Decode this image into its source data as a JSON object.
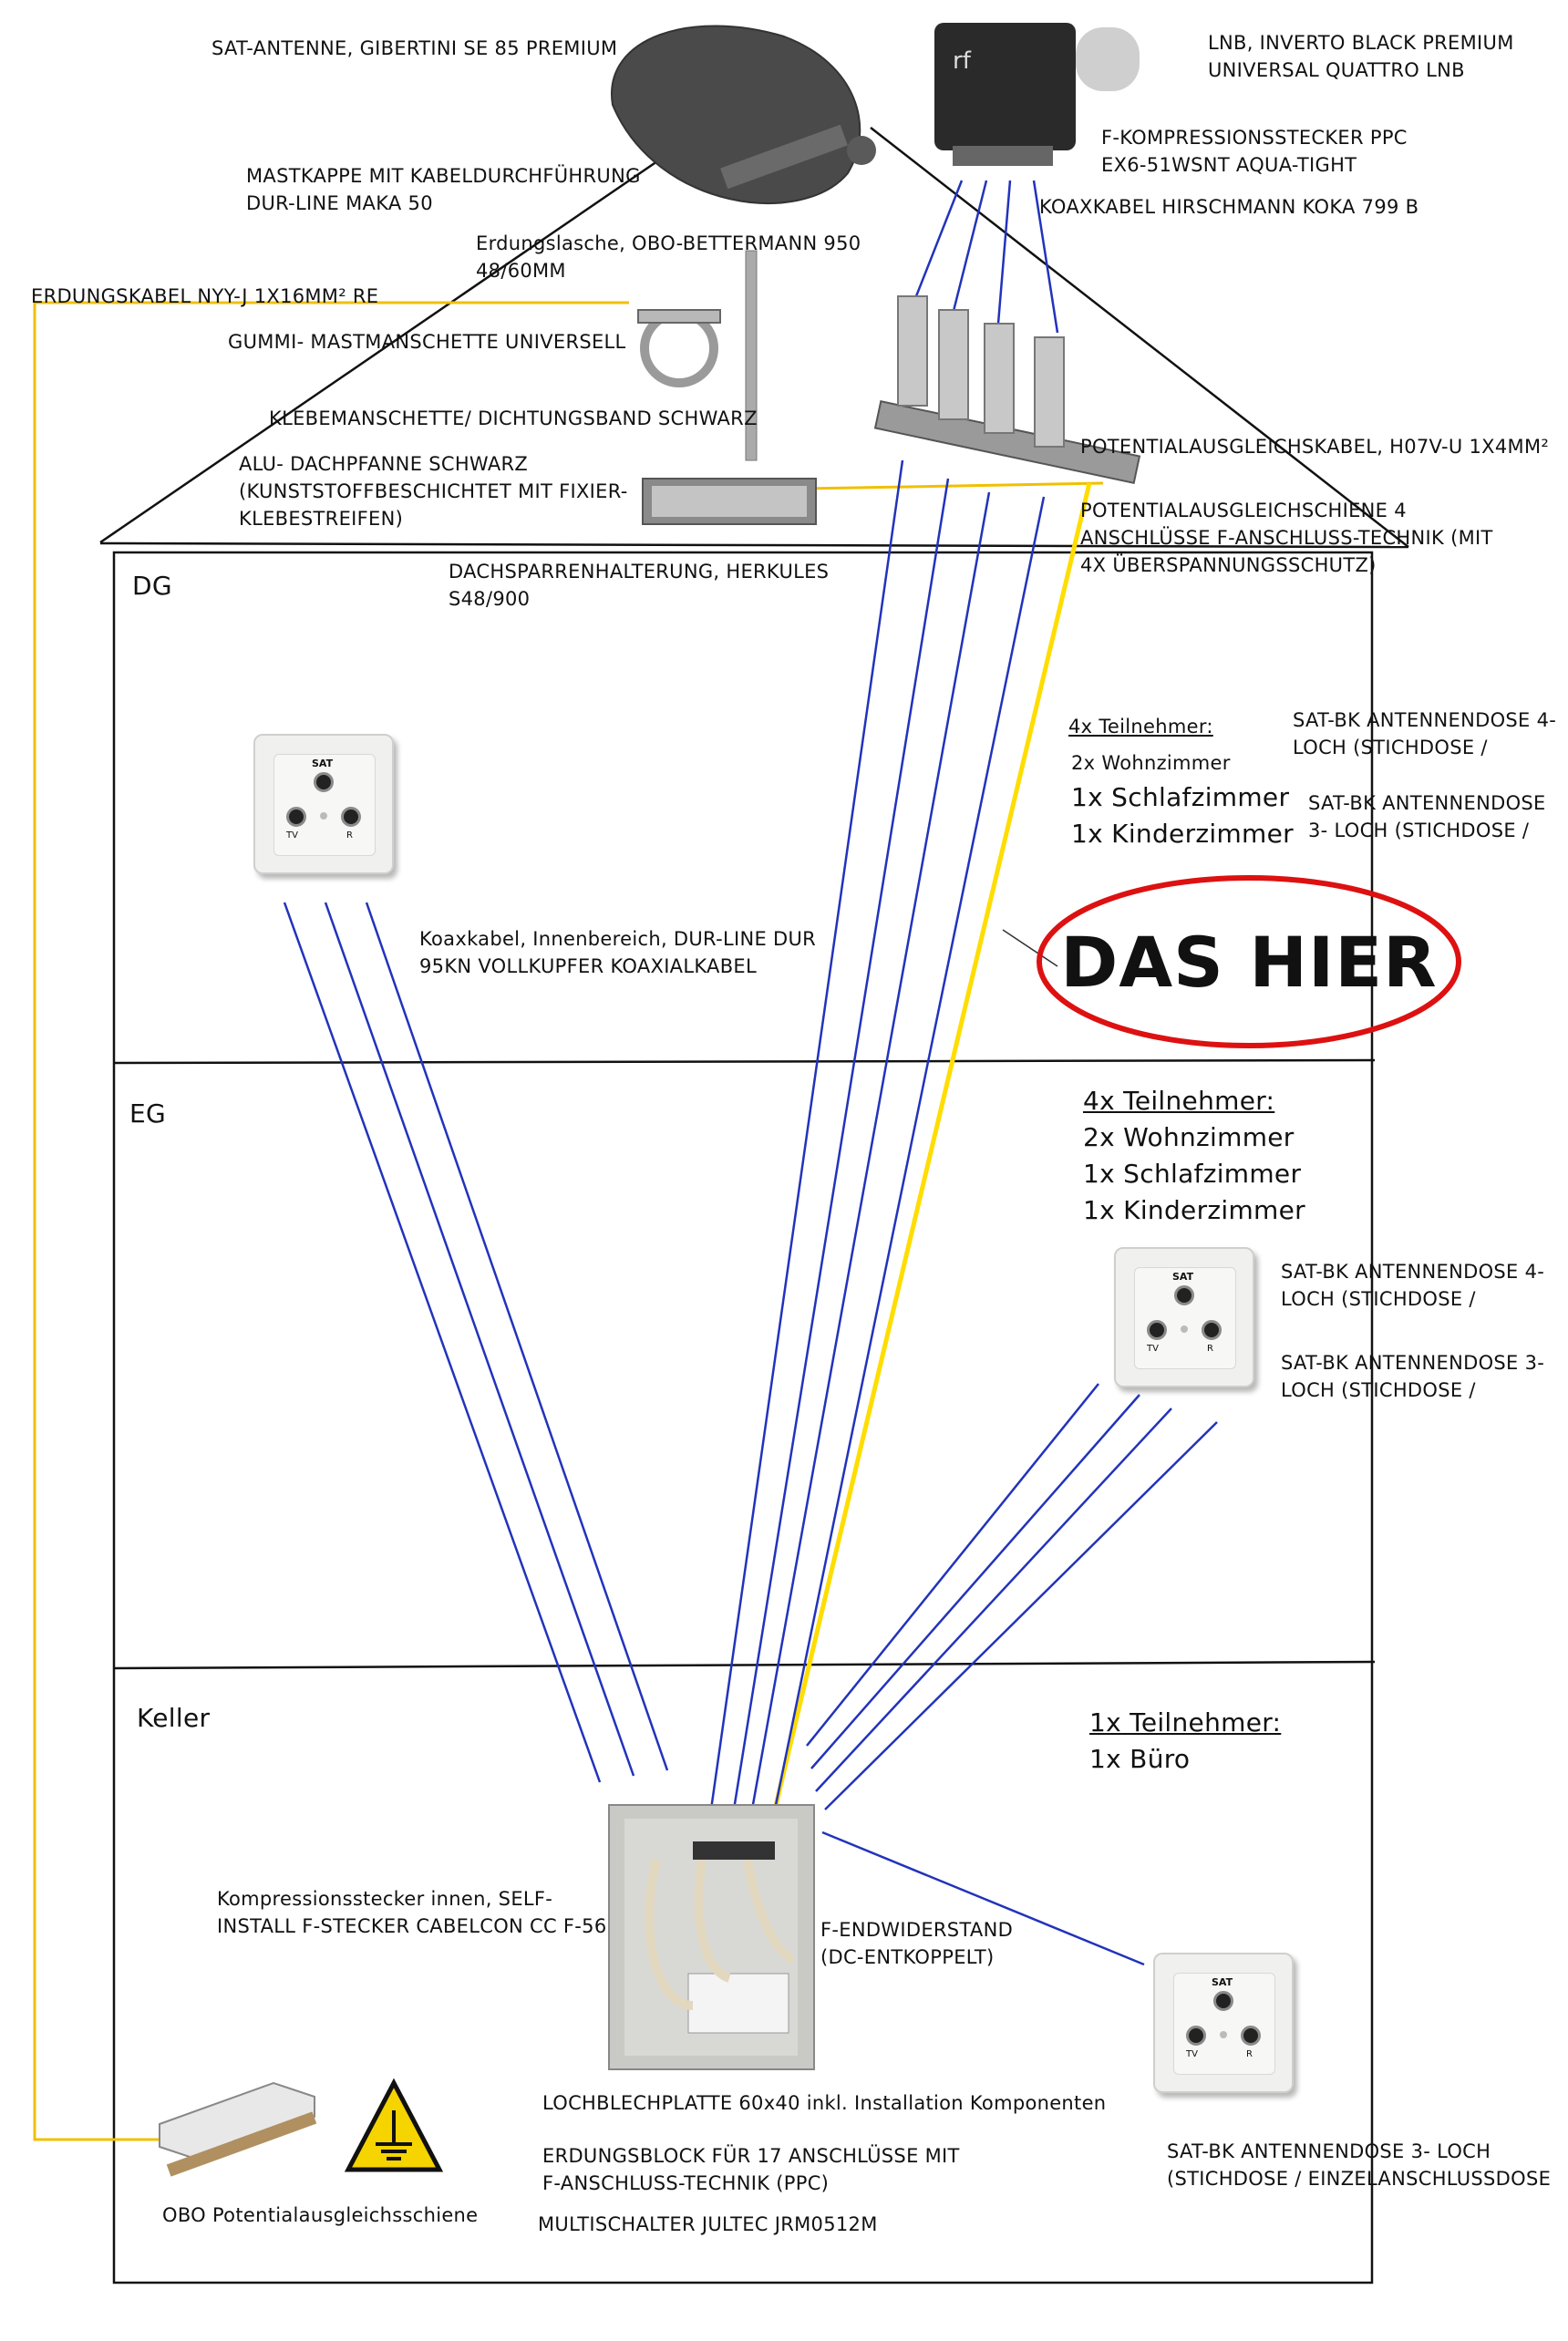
{
  "floors": {
    "dg": "DG",
    "eg": "EG",
    "keller": "Keller"
  },
  "labels": {
    "sat_antenne": "SAT-ANTENNE, GIBERTINI SE 85 PREMIUM",
    "lnb": "LNB, INVERTO BLACK PREMIUM\nUNIVERSAL QUATTRO LNB",
    "f_kompression": "F-KOMPRESSIONSSTECKER PPC\nEX6-51WSNT AQUA-TIGHT",
    "koax_hirschmann": "KOAXKABEL HIRSCHMANN KOKA 799 B",
    "mastkappe": "MASTKAPPE MIT KABELDURCHFÜHRUNG\nDUR-LINE MAKA 50",
    "erdungslasche": "Erdungslasche, OBO-BETTERMANN 950\n48/60MM",
    "erdungskabel": "ERDUNGSKABEL NYY-J 1X16MM² RE",
    "gummi": "GUMMI- MASTMANSCHETTE UNIVERSELL",
    "klebemanschette": "KLEBEMANSCHETTE/ DICHTUNGSBAND SCHWARZ",
    "alu_dachpfanne": "ALU- DACHPFANNE SCHWARZ\n(KUNSTSTOFFBESCHICHTET MIT FIXIER-\nKLEBESTREIFEN)",
    "potentialausgleichskabel": "POTENTIALAUSGLEICHSKABEL, H07V-U 1X4MM²",
    "potentialausgleichschiene": "POTENTIALAUSGLEICHSCHIENE 4\nANSCHLÜSSE F-ANSCHLUSS-TECHNIK (MIT\n4X ÜBERSPANNUNGSSCHUTZ)",
    "dachsparren": "DACHSPARRENHALTERUNG, HERKULES\nS48/900",
    "koax_innen": "Koaxkabel, Innenbereich, DUR-LINE DUR\n95KN VOLLKUPFER KOAXIALKABEL",
    "dg_sat_bk_4": "SAT-BK ANTENNENDOSE 4-\nLOCH (STICHDOSE /",
    "dg_sat_bk_3": "SAT-BK ANTENNENDOSE\n3- LOCH (STICHDOSE /",
    "eg_sat_bk_4": "SAT-BK ANTENNENDOSE 4-\nLOCH (STICHDOSE /",
    "eg_sat_bk_3": "SAT-BK ANTENNENDOSE 3-\nLOCH (STICHDOSE /",
    "kompressionsstecker_innen": "Kompressionsstecker innen, SELF-\nINSTALL F-STECKER CABELCON CC F-56",
    "f_endwiderstand": "F-ENDWIDERSTAND\n(DC-ENTKOPPELT)",
    "lochblechplatte": "LOCHBLECHPLATTE 60x40 inkl. Installation Komponenten",
    "erdungsblock": "ERDUNGSBLOCK FÜR 17 ANSCHLÜSSE MIT\nF-ANSCHLUSS-TECHNIK (PPC)",
    "multischalter": "MULTISCHALTER JULTEC JRM0512M",
    "obo_schiene": "OBO Potentialausgleichsschiene",
    "keller_sat_bk": "SAT-BK ANTENNENDOSE 3- LOCH\n(STICHDOSE / EINZELANSCHLUSSDOSE"
  },
  "participants": {
    "dg": {
      "heading": "4x Teilnehmer:",
      "line1": "2x Wohnzimmer",
      "line2": "1x Schlafzimmer",
      "line3": "1x Kinderzimmer"
    },
    "eg": {
      "heading": "4x Teilnehmer:",
      "line1": "2x Wohnzimmer",
      "line2": "1x Schlafzimmer",
      "line3": "1x Kinderzimmer"
    },
    "keller": {
      "heading": "1x Teilnehmer:",
      "line1": "1x Büro"
    }
  },
  "callout": {
    "text": "DAS HIER"
  },
  "socket_labels": {
    "sat": "SAT",
    "tv": "TV",
    "r": "R"
  },
  "colors": {
    "coax": "#2233bb",
    "ground": "#ffdd00",
    "callout": "#dd1111",
    "frame": "#111111"
  }
}
